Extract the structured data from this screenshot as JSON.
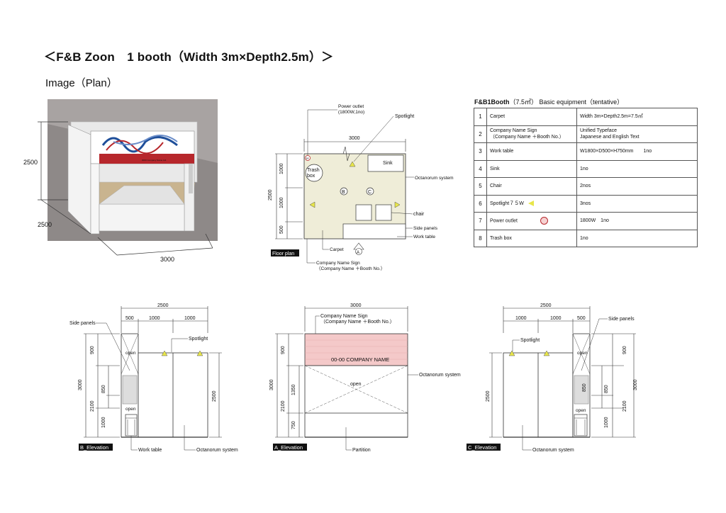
{
  "header": {
    "title": "＜F&B Zoon　1 booth（Width 3m×Depth2.5m）＞",
    "subtitle": "Image（Plan）"
  },
  "perspective": {
    "dim_height": "2500",
    "dim_depth": "2500",
    "dim_width": "3000",
    "sign_text": "0000 Company Name Ltd."
  },
  "floor_plan": {
    "label": "Floor plan",
    "width_dim": "3000",
    "depth_dim": "2500",
    "seg1": "1000",
    "seg2": "1000",
    "seg3": "500",
    "power_outlet": "Power outlet",
    "power_outlet_spec": "(1800W,1no)",
    "spotlight": "Spotlight",
    "octanorum": "Octanorum system",
    "chair": "chair",
    "side_panels": "Side panels",
    "work_table": "Work table",
    "carpet": "Carpet",
    "sign_line1": "Company Name Sign",
    "sign_line2": "（Company Name ＋Booth No.）",
    "trash1": "Trash",
    "trash2": "box",
    "sink": "Sink",
    "mark_a": "A",
    "mark_b": "B",
    "mark_c": "C",
    "outlet_icon": "H"
  },
  "equipment": {
    "caption": "F&B1Booth",
    "caption_rest": "（7.5㎡）  Basic equipment（tentative）",
    "rows": [
      {
        "no": "1",
        "item": "Carpet",
        "spec": "Width 3m×Depth2.5m=7.5㎡"
      },
      {
        "no": "2",
        "item": "Company Name Sign\n（Company Name ＋Booth No.）",
        "spec": "Unified Typeface\nJapanese and English Text"
      },
      {
        "no": "3",
        "item": "Work table",
        "spec": "W1800×D500×H750mm　　1no"
      },
      {
        "no": "4",
        "item": "Sink",
        "spec": "1no"
      },
      {
        "no": "5",
        "item": "Chair",
        "spec": "2nos"
      },
      {
        "no": "6",
        "item": "Spotlight７５W",
        "spec": "3nos"
      },
      {
        "no": "7",
        "item": "Power outlet",
        "spec": "1800W　1no"
      },
      {
        "no": "8",
        "item": "Trash box",
        "spec": "1no"
      }
    ]
  },
  "elev_b": {
    "label": "B_Elevation",
    "total": "2500",
    "s500": "500",
    "s1000a": "1000",
    "s1000b": "1000",
    "side_panels": "Side panels",
    "spotlight": "Spotlight",
    "h3000": "3000",
    "h2100": "2100",
    "h900": "900",
    "h850": "850",
    "h1000": "1000",
    "h2500": "2500",
    "open1": "open",
    "open2": "open",
    "work_table": "Work table",
    "octanorum": "Octanorum system"
  },
  "elev_a": {
    "label": "A_Elevation",
    "total": "3000",
    "sign_line1": "Company Name Sign",
    "sign_line2": "（Company Name ＋Booth No.）",
    "sign_text": "00-00 COMPANY NAME",
    "octanorum": "Octanorum system",
    "open": "open",
    "h3000": "3000",
    "h2100": "2100",
    "h900": "900",
    "h1350": "1350",
    "h750": "750",
    "partition": "Partition"
  },
  "elev_c": {
    "label": "C_Elevation",
    "total": "2500",
    "s1000a": "1000",
    "s1000b": "1000",
    "s500": "500",
    "side_panels": "Side panels",
    "spotlight": "Spotlight",
    "h2500": "2500",
    "h900": "900",
    "h850": "850",
    "h2100": "2100",
    "h1000": "1000",
    "h3000": "3000",
    "open1": "open",
    "open2": "open",
    "octanorum": "Octanorum system"
  },
  "colors": {
    "carpet": "#efedd8",
    "sign_pink": "#f4c9c9",
    "spotlight": "#e8e64a",
    "red": "#b7272c",
    "dim": "#333333"
  }
}
